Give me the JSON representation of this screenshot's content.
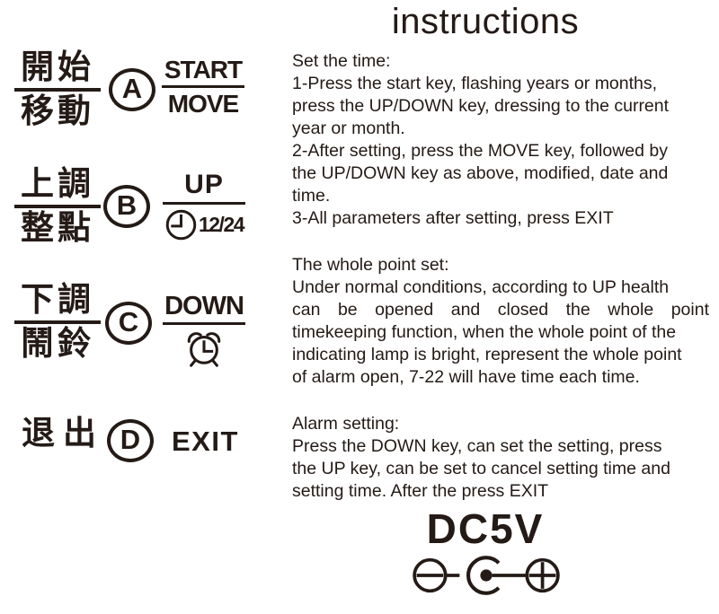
{
  "colors": {
    "ink": "#241a16",
    "background": "#ffffff"
  },
  "title": "instructions",
  "keys": [
    {
      "cjk_top": "開始",
      "cjk_bottom": "移動",
      "letter": "A",
      "label_top": "START",
      "label_bottom": "MOVE"
    },
    {
      "cjk_top": "上調",
      "cjk_bottom": "整點",
      "letter": "B",
      "label_top": "UP",
      "icon": "clock-icon",
      "icon_label": "12/24"
    },
    {
      "cjk_top": "下調",
      "cjk_bottom": "鬧鈴",
      "letter": "C",
      "label_top": "DOWN",
      "icon": "alarm-clock-icon"
    },
    {
      "cjk": "退出",
      "letter": "D",
      "label": "EXIT"
    }
  ],
  "sections": [
    {
      "heading": "Set the time:",
      "lines": [
        "1-Press the start key, flashing years or months,",
        "press the UP/DOWN key, dressing to the current",
        "year or month.",
        "2-After setting, press the MOVE key, followed by",
        "the UP/DOWN key as above, modified, date and",
        "time.",
        "3-All parameters after setting, press EXIT"
      ]
    },
    {
      "heading": "The whole point set:",
      "lines": [
        "Under normal conditions, according to UP health",
        "can be opened and closed the whole point",
        "timekeeping function, when the whole point of the",
        "indicating lamp is bright, represent the whole point",
        "of alarm open, 7-22 will have time each time."
      ]
    },
    {
      "heading": "Alarm setting:",
      "lines": [
        "Press the DOWN key, can set the setting, press",
        "the UP key, can be set to cancel setting time and",
        "setting time. After the press EXIT"
      ]
    }
  ],
  "power": {
    "label": "DC5V",
    "polarity": "center-positive"
  }
}
